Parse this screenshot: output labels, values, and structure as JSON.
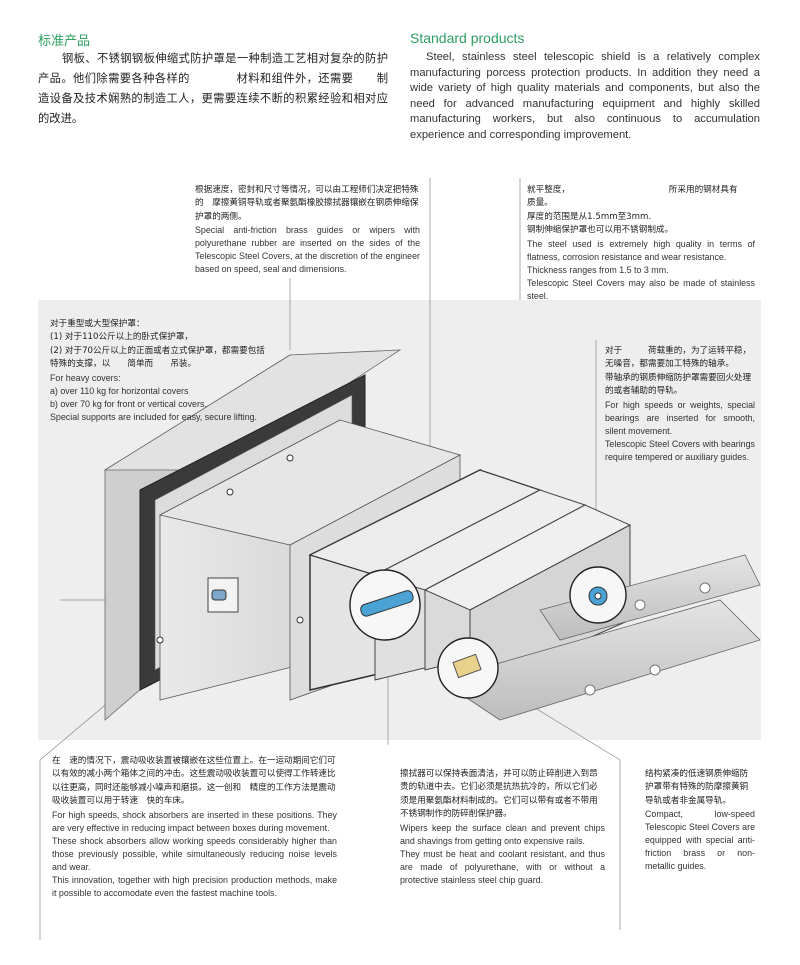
{
  "intro": {
    "cn_title": "标准产品",
    "cn_body": "钢板、不锈钢钢板伸缩式防护罩是一种制造工艺相对复杂的防护产品。他们除需要各种各样的　　　　材料和组件外，还需要　　制造设备及技术娴熟的制造工人，更需要连续不断的积累经验和相对应的改进。",
    "en_title": "Standard products",
    "en_body": "Steel, stainless steel telescopic shield is a relatively complex manufacturing porcess protection products. In addition they need a wide variety of high quality materials and components, but also the need for advanced manufacturing equipment and highly skilled manufacturing workers, but also continuous to accumulation experience and corresponding improvement."
  },
  "notes": {
    "wipers_side": {
      "cn": "根据速度，密封和尺寸等情况，可以由工程师们决定把特殊的　摩擦黄铜导轨或者聚氨酯橡胶擦拭器镶嵌在钢质伸缩保护罩的两侧。",
      "en": "Special anti-friction brass guides or wipers with polyurethane rubber are inserted on the sides of the Telescopic Steel Covers, at the discretion of the engineer based on speed, seal and dimensions."
    },
    "steel_quality": {
      "cn1": "就平整度，　　　　　　　　　　　　所采用的钢材具有　　　　　质量。",
      "cn2": "厚度的范围是从1.5mm至3mm.",
      "cn3": "钢制伸缩保护罩也可以用不锈钢制成。",
      "en1": "The steel used is extremely high quality in terms of flatness, corrosion resistance and wear resistance.",
      "en2": "Thickness ranges from 1.5 to 3 mm.",
      "en3": "Telescopic Steel Covers may also be made of stainless steel."
    },
    "heavy_covers": {
      "cn1": "对于重型或大型保护罩：",
      "cn2": "(1) 对于110公斤以上的卧式保护罩，",
      "cn3": "(2) 对于70公斤以上的正面或者立式保护罩，都需要包括特殊的支撑，以　　简单而　　吊装。",
      "en1": "For heavy covers:",
      "en2": "a) over 110 kg for horizontal covers",
      "en3": "b) over 70 kg for front or vertical covers.",
      "en4": "Special supports are included for easy, secure lifting."
    },
    "bearings": {
      "cn1": "对于　　　荷载重的，为了运转平稳，无噪音，都需要加工特殊的轴承。",
      "cn2": "带轴承的钢质伸缩防护罩需要回火处理的或者辅助的导轨。",
      "en1": "For high speeds or weights, special bearings are inserted for smooth, silent movement.",
      "en2": "Telescopic Steel Covers with bearings require tempered or auxiliary guides."
    },
    "shock_absorbers": {
      "cn": "在　速的情况下，震动吸收装置被镶嵌在这些位置上。在一运动期间它们可以有效的减小两个箱体之间的冲击。这些震动吸收装置可以使得工作转速比以往更高，同时还能够减小噪声和磨损。这一创和　精度的工作方法是震动吸收装置可以用于转速　快的车床。",
      "en1": "For high speeds,  shock absorbers are inserted in these positions. They are very effective in reducing impact between boxes during movement.",
      "en2": "These shock absorbers allow working speeds considerably higher than those previously possible, while simultaneously reducing noise levels and wear.",
      "en3": "This innovation, together with high precision production methods, make it possible to accomodate even the fastest machine tools."
    },
    "wipers_surface": {
      "cn": "擦拭器可以保持表面清洁，并可以防止碎削进入到昂贵的轨道中去。它们必须是抗热抗冷的，所以它们必须是用聚氨酯材料制成的。它们可以带有或者不带用不锈钢制作的防碎削保护器。",
      "en1": "Wipers keep the surface clean and prevent chips and shavings from getting onto expensive rails.",
      "en2": "They must be heat and coolant resistant, and thus are made of polyurethane, with or without a protective stainless steel chip guard."
    },
    "low_speed": {
      "cn": "结构紧凑的低速钢质伸缩防护罩带有特殊的防摩擦黄铜导轨或者非金属导轨。",
      "en": "Compact, low-speed Telescopic Steel Covers are equipped with special anti-friction brass or non-metallic guides."
    }
  },
  "colors": {
    "heading": "#2e9e62",
    "accent_blue": "#4aa3d4",
    "panel_grey": "#eeeeee"
  }
}
